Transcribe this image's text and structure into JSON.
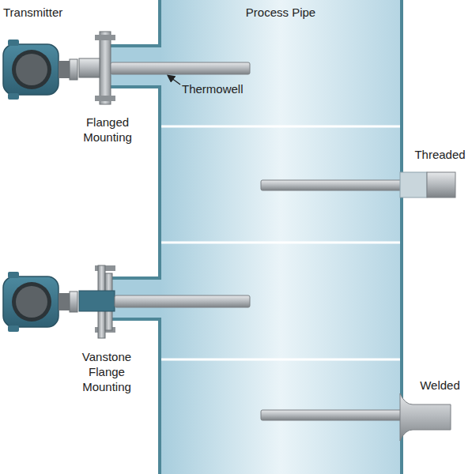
{
  "diagram": {
    "labels": [
      "Transmitter",
      "Process Pipe",
      "Thermowell",
      "Flanged Mounting",
      "Threaded",
      "Vanstone Flange Mounting",
      "Welded"
    ]
  }
}
